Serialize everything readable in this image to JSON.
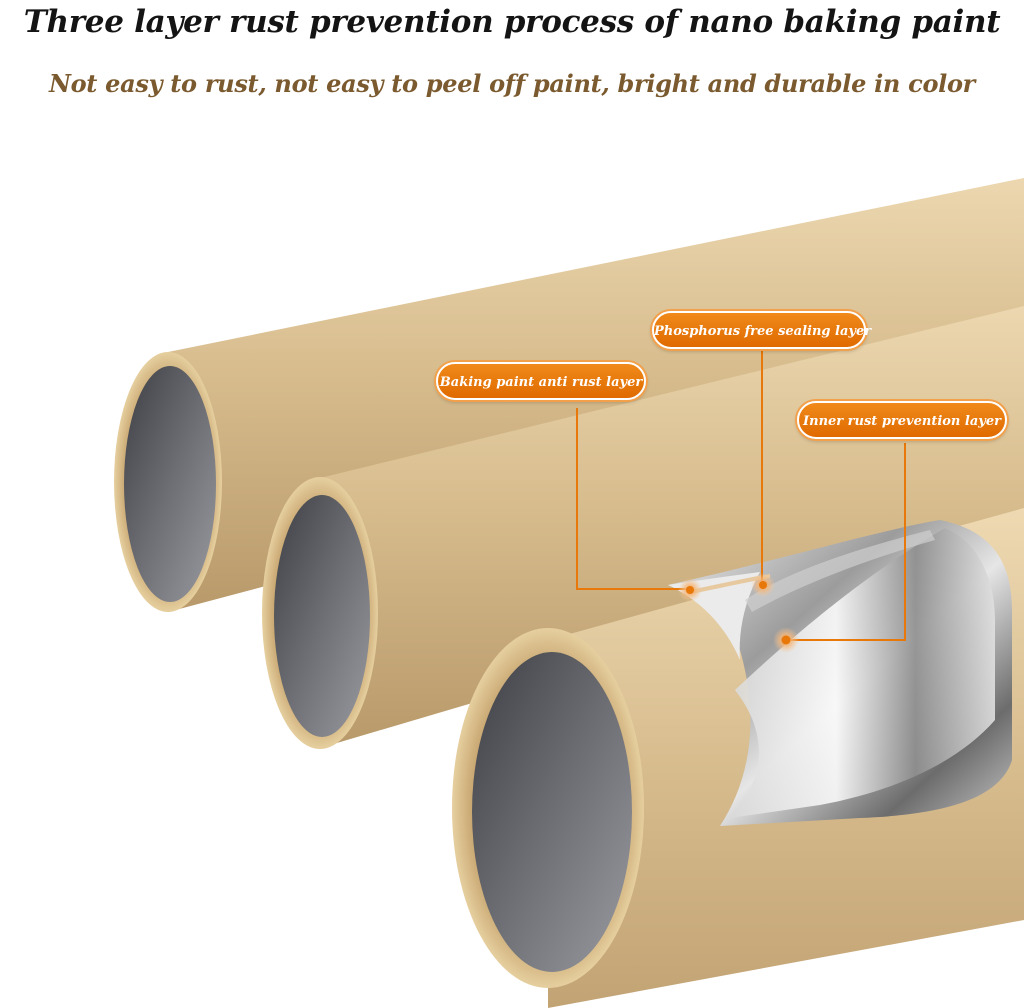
{
  "header": {
    "title": "Three layer rust prevention process of nano baking paint",
    "subtitle": "Not easy to rust, not easy to peel off paint, bright and durable in color"
  },
  "callouts": {
    "baking_paint": "Baking paint anti rust layer",
    "phosphorus_free": "Phosphorus free sealing layer",
    "inner_rust": "Inner rust prevention layer"
  },
  "colors": {
    "title": "#141414",
    "subtitle": "#7a5a2e",
    "callout_fill": "#e8780a",
    "leader_line": "#e8780a",
    "pipe_gold": "#d4b88a",
    "pipe_interior": "#6a6b70"
  }
}
